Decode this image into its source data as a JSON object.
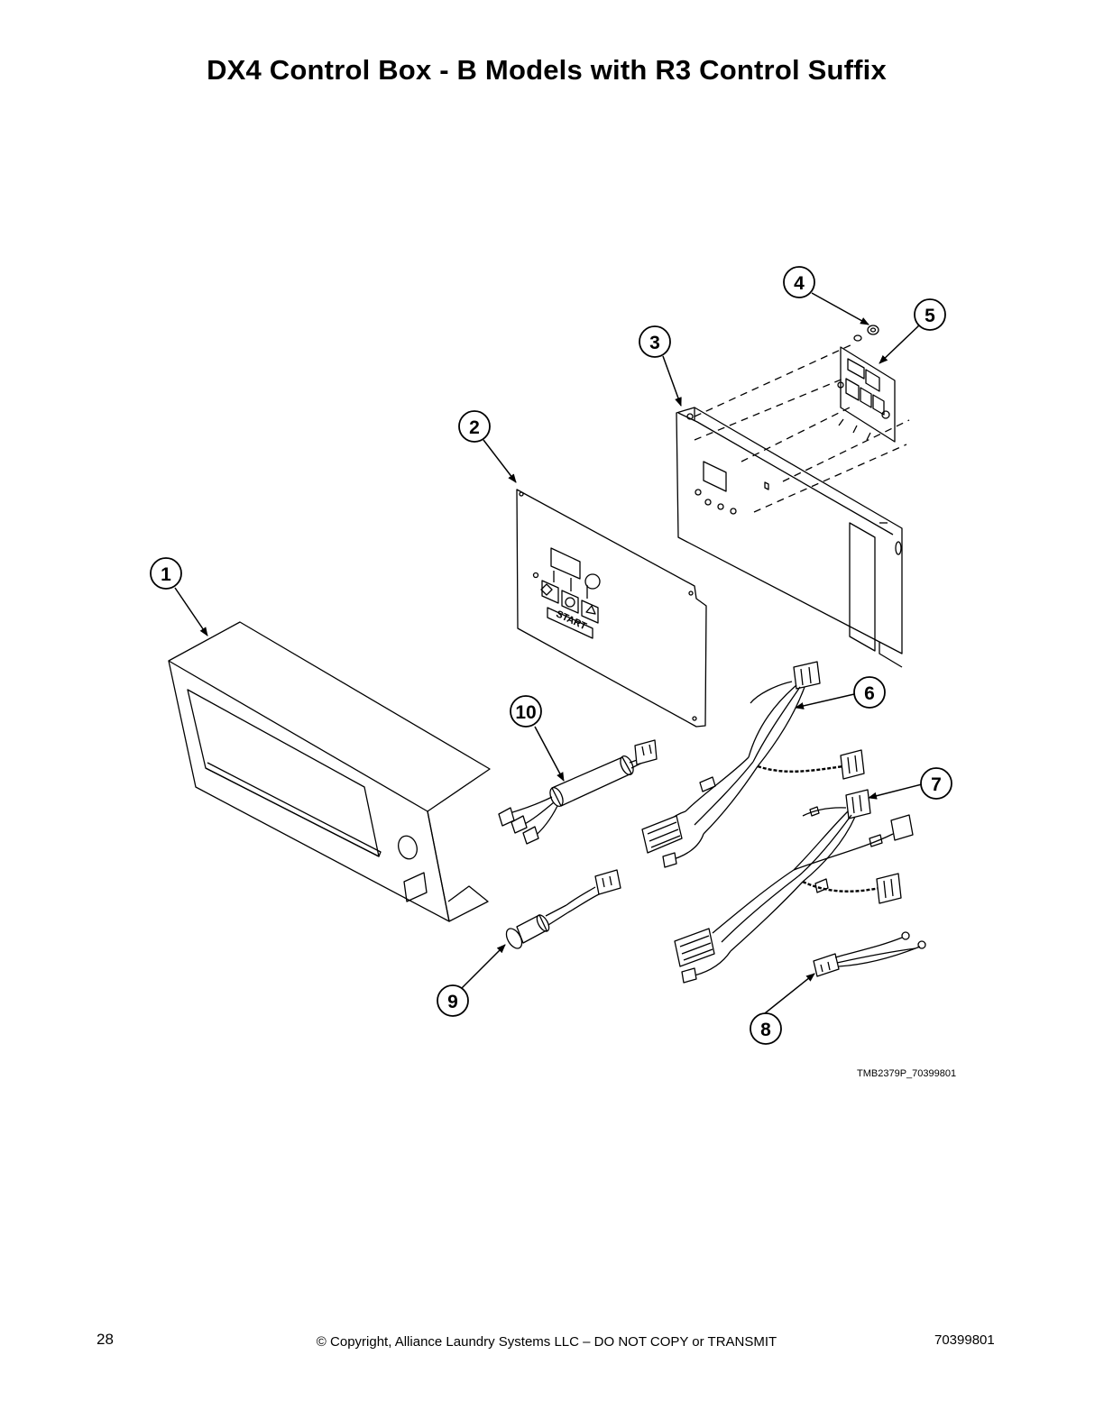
{
  "title": "DX4 Control Box - B Models with R3 Control Suffix",
  "callouts": [
    "1",
    "2",
    "3",
    "4",
    "5",
    "6",
    "7",
    "8",
    "9",
    "10"
  ],
  "panel_labels": {
    "start": "START"
  },
  "figure_code": "TMB2379P_70399801",
  "footer": {
    "page_number": "28",
    "copyright": "© Copyright, Alliance Laundry Systems LLC – DO NOT COPY or TRANSMIT",
    "doc_number": "70399801"
  }
}
